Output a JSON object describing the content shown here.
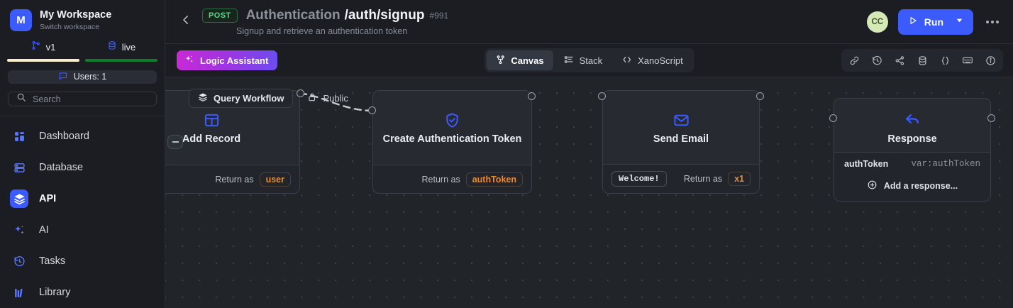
{
  "sidebar": {
    "workspace": {
      "initial": "M",
      "name": "My Workspace",
      "subtitle": "Switch workspace"
    },
    "env_tabs": [
      {
        "label": "v1",
        "icon": "branch-icon",
        "underline_color": "#f8edcd"
      },
      {
        "label": "live",
        "icon": "database-icon",
        "underline_color": "#127c2d"
      }
    ],
    "users_pill": {
      "label": "Users: 1",
      "icon": "comment-icon"
    },
    "search": {
      "placeholder": "Search",
      "value": "",
      "icon": "search-icon"
    },
    "nav": [
      {
        "label": "Dashboard",
        "icon": "dashboard-icon",
        "active": false
      },
      {
        "label": "Database",
        "icon": "database-icon",
        "active": false
      },
      {
        "label": "API",
        "icon": "layers-icon",
        "active": true
      },
      {
        "label": "AI",
        "icon": "sparkles-icon",
        "active": false
      },
      {
        "label": "Tasks",
        "icon": "history-icon",
        "active": false
      },
      {
        "label": "Library",
        "icon": "books-icon",
        "active": false
      }
    ]
  },
  "header": {
    "back_icon": "chevron-left-icon",
    "method": "POST",
    "group": "Authentication",
    "path": "/auth/signup",
    "id": "#991",
    "description": "Signup and retrieve an authentication token",
    "avatar_initials": "CC",
    "run_label": "Run",
    "run_icon": "play-icon",
    "run_caret_icon": "chevron-down-icon",
    "more_icon": "kebab-icon",
    "accent_color": "#3b5bfd",
    "method_color": "#56d98a"
  },
  "toolbar": {
    "logic_assistant": {
      "label": "Logic Assistant",
      "icon": "sparkles-icon"
    },
    "views": [
      {
        "label": "Canvas",
        "icon": "canvas-icon",
        "active": true
      },
      {
        "label": "Stack",
        "icon": "stack-icon",
        "active": false
      },
      {
        "label": "XanoScript",
        "icon": "code-icon",
        "active": false
      }
    ],
    "icons": [
      {
        "name": "link-icon"
      },
      {
        "name": "history-icon"
      },
      {
        "name": "share-icon"
      },
      {
        "name": "database-icon"
      },
      {
        "name": "braces-icon"
      },
      {
        "name": "keyboard-icon"
      },
      {
        "name": "info-icon"
      }
    ]
  },
  "canvas": {
    "chips": [
      {
        "label": "Query Workflow",
        "icon": "layers-icon",
        "style": "outlined"
      },
      {
        "label": "Public",
        "icon": "unlock-icon",
        "style": "plain"
      }
    ],
    "nodes": [
      {
        "id": "add-record",
        "title": "Add Record",
        "icon": "table-icon",
        "return_label": "Return as",
        "return_value": "user"
      },
      {
        "id": "create-auth-token",
        "title": "Create Authentication Token",
        "icon": "shield-check-icon",
        "return_label": "Return as",
        "return_value": "authToken"
      },
      {
        "id": "send-email",
        "title": "Send Email",
        "icon": "envelope-icon",
        "tag": "Welcome!",
        "return_label": "Return as",
        "return_value": "x1"
      },
      {
        "id": "response",
        "title": "Response",
        "icon": "reply-icon",
        "response_key": "authToken",
        "response_value": "var:authToken",
        "add_label": "Add a response...",
        "add_icon": "plus-circle-icon"
      }
    ]
  }
}
